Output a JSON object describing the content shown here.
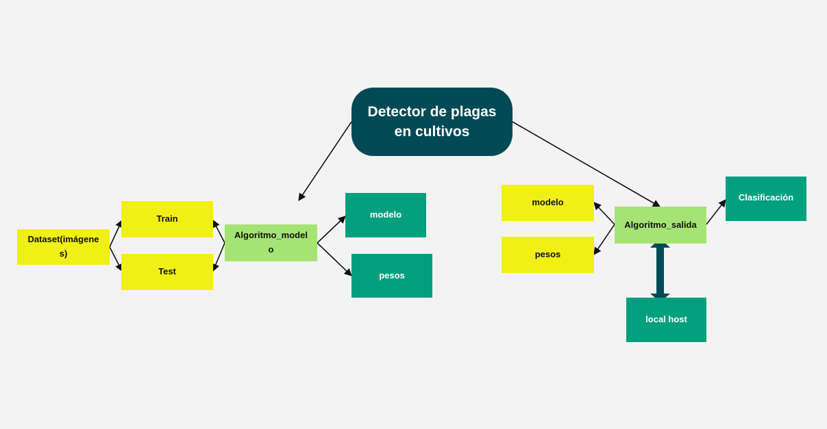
{
  "diagram": {
    "main_topic": "Detector de plagas en cultivos",
    "left_branch": {
      "dataset": "Dataset(imágenes)",
      "train": "Train",
      "test": "Test",
      "algoritmo": "Algoritmo_modelo",
      "modelo": "modelo",
      "pesos": "pesos"
    },
    "right_branch": {
      "algoritmo": "Algoritmo_salida",
      "modelo": "modelo",
      "pesos": "pesos",
      "clasificacion": "Clasificación",
      "local_host": "local host"
    }
  },
  "colors": {
    "background": "#f3f3f3",
    "main_topic": "#004a55",
    "yellow_node": "#f0f014",
    "light_green_node": "#a5e472",
    "teal_node": "#00a07e",
    "connector": "#111111",
    "thick_connector": "#004a55"
  }
}
